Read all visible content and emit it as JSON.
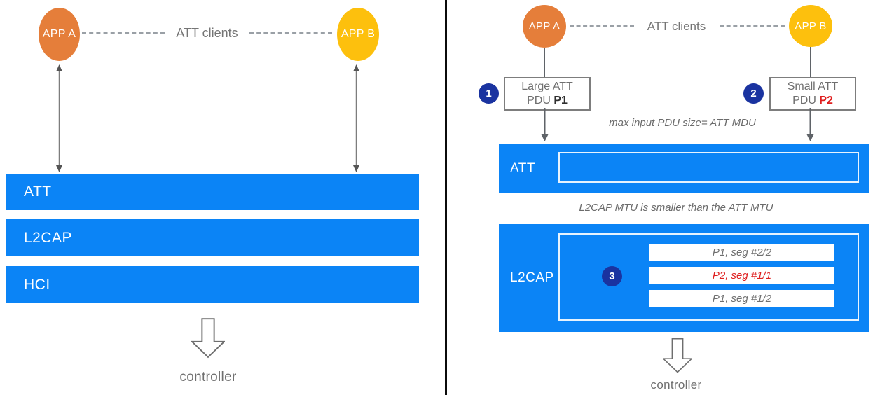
{
  "colors": {
    "blue": "#0b84f6",
    "orange": "#e57e3a",
    "yellow": "#fdc00d",
    "navy": "#1a33a0",
    "red": "#df1f1f"
  },
  "left": {
    "app_a": "APP A",
    "app_b": "APP B",
    "att_clients": "ATT clients",
    "layers": [
      "ATT",
      "L2CAP",
      "HCI"
    ],
    "controller": "controller"
  },
  "right": {
    "app_a": "APP A",
    "app_b": "APP B",
    "att_clients": "ATT clients",
    "steps": {
      "one": "1",
      "two": "2",
      "three": "3"
    },
    "pdu_box_1": {
      "line1": "Large ATT",
      "line2_prefix": "PDU",
      "pdu": "P1"
    },
    "pdu_box_2": {
      "line1": "Small ATT",
      "line2_prefix": "PDU",
      "pdu": "P2"
    },
    "note_att": "max input PDU size= ATT MDU",
    "note_l2cap": "L2CAP MTU is smaller than the ATT MTU",
    "att_label": "ATT",
    "l2cap_label": "L2CAP",
    "segments": [
      {
        "label": "P1, seg #2/2"
      },
      {
        "label": "P2, seg #1/1"
      },
      {
        "label": "P1, seg #1/2"
      }
    ],
    "controller": "controller"
  }
}
